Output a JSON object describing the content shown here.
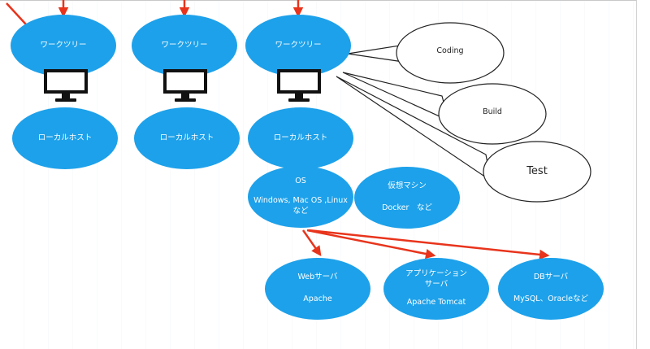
{
  "colors": {
    "node_fill": "#1da1ea",
    "arrow": "#e8341c",
    "monitor": "#111111",
    "bubble_stroke": "#222222",
    "bubble_fill": "#ffffff"
  },
  "worktrees": [
    {
      "label": "ワークツリー",
      "host": "ローカルホスト"
    },
    {
      "label": "ワークツリー",
      "host": "ローカルホスト"
    },
    {
      "label": "ワークツリー",
      "host": "ローカルホスト"
    }
  ],
  "os_node": {
    "title": "OS",
    "line2": "Windows, Mac OS ,Linux",
    "line3": "など"
  },
  "vm_node": {
    "title": "仮想マシン",
    "line2": "Docker　など"
  },
  "servers": [
    {
      "title": "Webサーバ",
      "subtitle": "",
      "detail": "Apache"
    },
    {
      "title": "アプリケーション",
      "subtitle": "サーバ",
      "detail": "Apache Tomcat"
    },
    {
      "title": "DBサーバ",
      "subtitle": "",
      "detail": "MySQL、Oracleなど"
    }
  ],
  "bubbles": [
    {
      "label": "Coding"
    },
    {
      "label": "Build"
    },
    {
      "label": "Test"
    }
  ]
}
